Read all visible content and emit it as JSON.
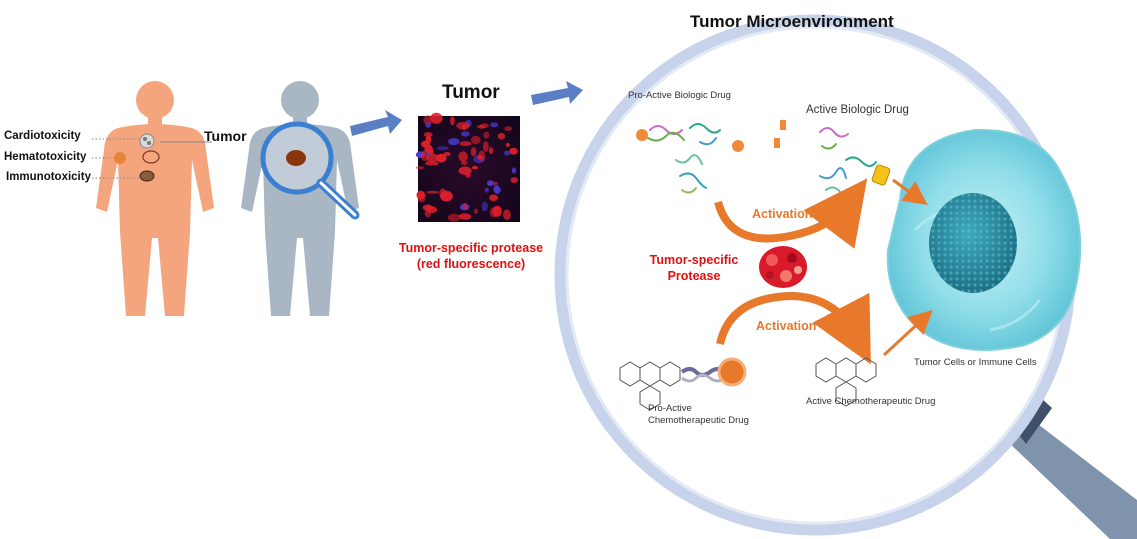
{
  "labels": {
    "cardiotoxicity": "Cardiotoxicity",
    "hematotoxicity": "Hematotoxicity",
    "immunotoxicity": "Immunotoxicity",
    "tumor_body": "Tumor",
    "tumor_title": "Tumor",
    "protease_caption_line1": "Tumor-specific protease",
    "protease_caption_line2": "(red fluorescence)",
    "microenvironment_title": "Tumor Microenvironment",
    "pro_active_biologic": "Pro-Active Biologic Drug",
    "active_biologic": "Active Biologic Drug",
    "activation_top": "Activation",
    "activation_bottom": "Activation",
    "protease_line1": "Tumor-specific",
    "protease_line2": "Protease",
    "tumor_cells": "Tumor Cells or Immune Cells",
    "pro_active_chemo_line1": "Pro-Active",
    "pro_active_chemo_line2": "Chemotherapeutic Drug",
    "active_chemo": "Active Chemotherapeutic Drug"
  },
  "colors": {
    "body_orange": "#f4a57e",
    "body_grey": "#a9b6c3",
    "arrow_blue": "#5b7fc4",
    "lens_ring": "#c7d3ea",
    "activation_orange": "#e8792a",
    "protease_red": "#e01010",
    "cell_cyan": "#7fd9e6",
    "nucleus_teal": "#2a93a8",
    "handle_dark": "#3f5068",
    "handle_light": "#7f93ad"
  }
}
